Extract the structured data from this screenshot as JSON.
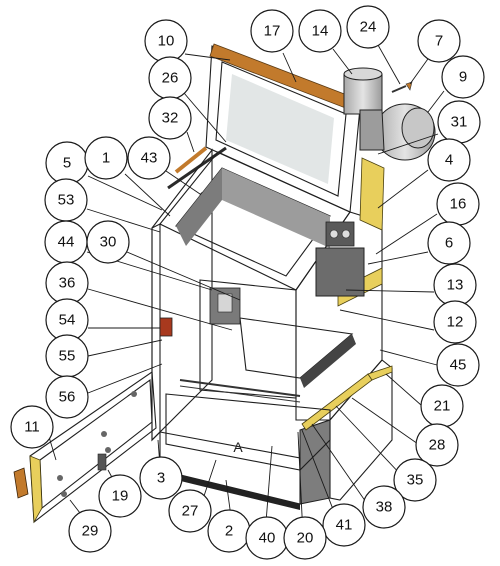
{
  "diagram": {
    "zone_label": "A",
    "callouts": [
      {
        "id": "c17",
        "label": "17"
      },
      {
        "id": "c14",
        "label": "14"
      },
      {
        "id": "c24",
        "label": "24"
      },
      {
        "id": "c10",
        "label": "10"
      },
      {
        "id": "c7",
        "label": "7"
      },
      {
        "id": "c9",
        "label": "9"
      },
      {
        "id": "c26",
        "label": "26"
      },
      {
        "id": "c32",
        "label": "32"
      },
      {
        "id": "c31",
        "label": "31"
      },
      {
        "id": "c5",
        "label": "5"
      },
      {
        "id": "c1",
        "label": "1"
      },
      {
        "id": "c43",
        "label": "43"
      },
      {
        "id": "c4",
        "label": "4"
      },
      {
        "id": "c53",
        "label": "53"
      },
      {
        "id": "c16",
        "label": "16"
      },
      {
        "id": "c44",
        "label": "44"
      },
      {
        "id": "c30",
        "label": "30"
      },
      {
        "id": "c6",
        "label": "6"
      },
      {
        "id": "c36",
        "label": "36"
      },
      {
        "id": "c13",
        "label": "13"
      },
      {
        "id": "c54",
        "label": "54"
      },
      {
        "id": "c12",
        "label": "12"
      },
      {
        "id": "c55",
        "label": "55"
      },
      {
        "id": "c45",
        "label": "45"
      },
      {
        "id": "c56",
        "label": "56"
      },
      {
        "id": "c21",
        "label": "21"
      },
      {
        "id": "c11",
        "label": "11"
      },
      {
        "id": "c28",
        "label": "28"
      },
      {
        "id": "c35",
        "label": "35"
      },
      {
        "id": "c3",
        "label": "3"
      },
      {
        "id": "c19",
        "label": "19"
      },
      {
        "id": "c38",
        "label": "38"
      },
      {
        "id": "c27",
        "label": "27"
      },
      {
        "id": "c29",
        "label": "29"
      },
      {
        "id": "c2",
        "label": "2"
      },
      {
        "id": "c41",
        "label": "41"
      },
      {
        "id": "c40",
        "label": "40"
      },
      {
        "id": "c20",
        "label": "20"
      }
    ]
  }
}
